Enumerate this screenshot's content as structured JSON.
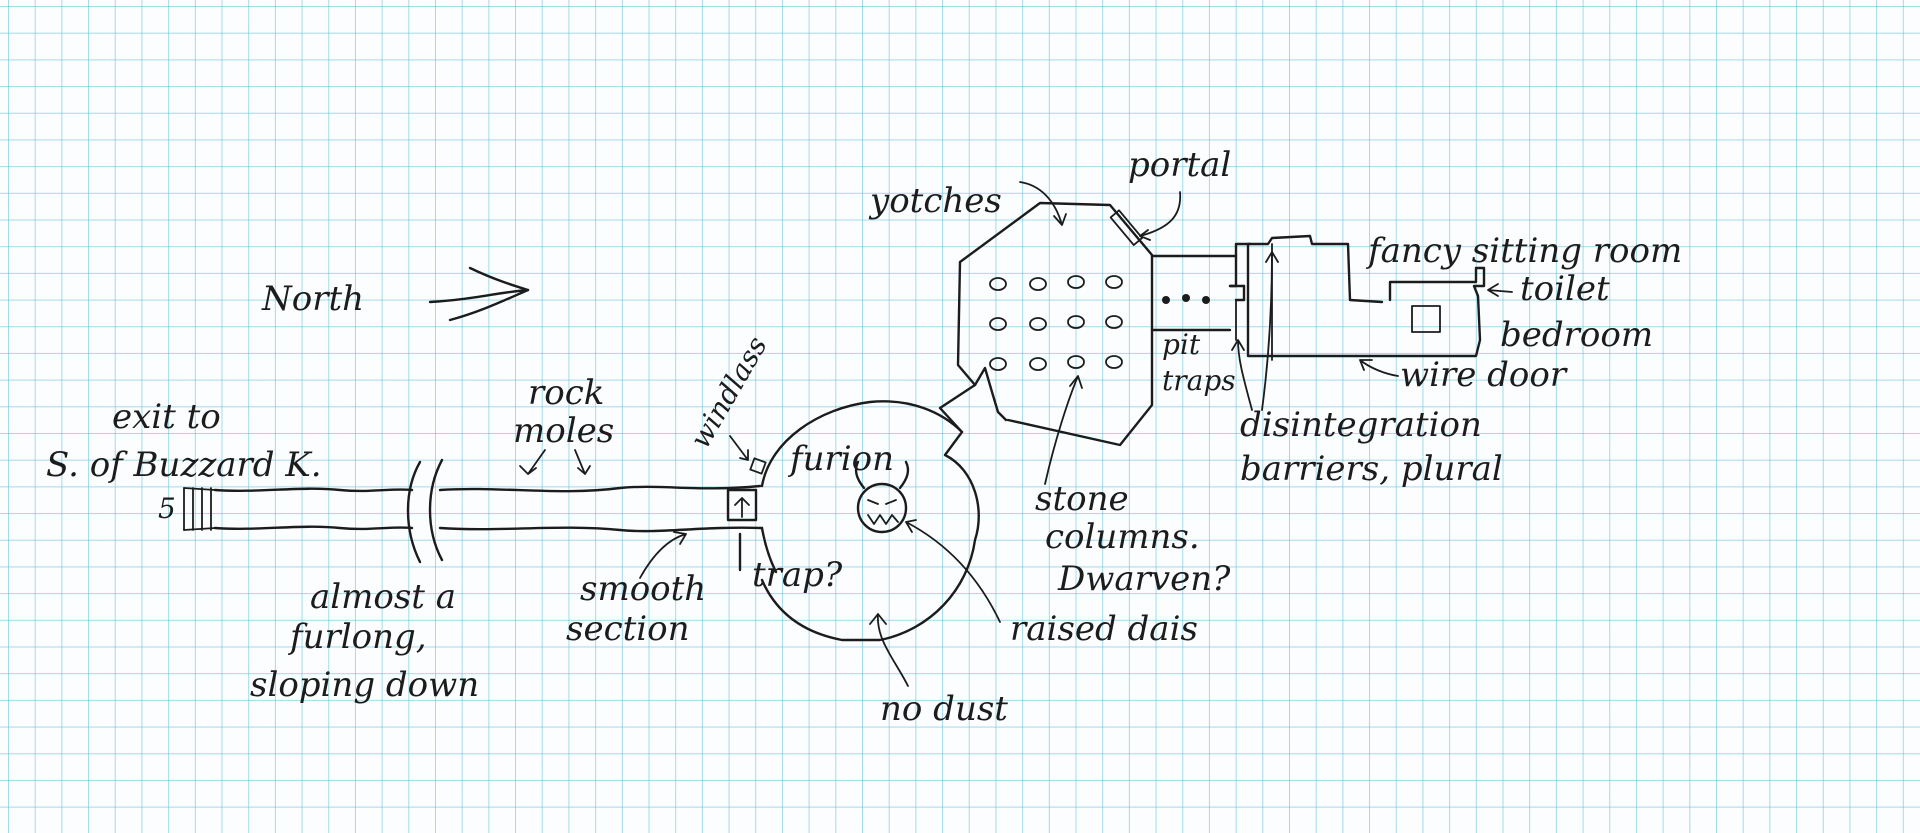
{
  "labels": {
    "north": "North",
    "exit_line1": "exit to",
    "exit_line2": "S. of Buzzard K.",
    "rock_moles_1": "rock",
    "rock_moles_2": "moles",
    "windlass": "windlass",
    "furion": "furion",
    "almost_1": "almost a",
    "almost_2": "furlong,",
    "almost_3": "sloping down",
    "smooth_1": "smooth",
    "smooth_2": "section",
    "trap": "trap?",
    "no_dust": "no dust",
    "raised_dais": "raised dais",
    "stone_1": "stone",
    "stone_2": "columns.",
    "stone_3": "Dwarven?",
    "yotches": "yotches",
    "portal": "portal",
    "pit_1": "pit",
    "pit_2": "traps",
    "fancy": "fancy sitting room",
    "toilet": "toilet",
    "bedroom": "bedroom",
    "wire_door": "wire door",
    "disint_1": "disintegration",
    "disint_2": "barriers, plural",
    "exit_number": "5"
  },
  "colors": {
    "ink": "#1c1c1c",
    "grid": "#5abed7",
    "paper": "#fbfdfe"
  }
}
